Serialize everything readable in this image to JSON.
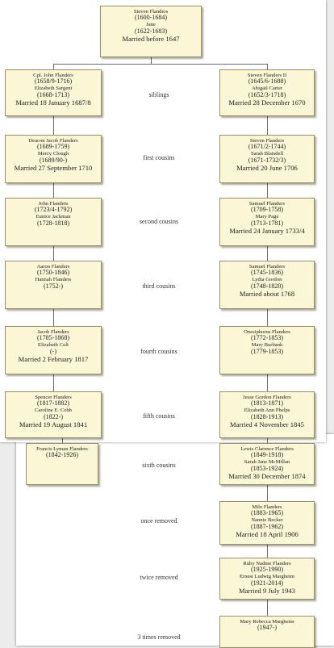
{
  "common_ancestors": {
    "name": "Steven Flanders",
    "dates": "(1600-1684)",
    "spouse": "Jane",
    "spouse_dates": "(1622-1683)",
    "marriage": "Married before 1647"
  },
  "relationships": [
    "siblings",
    "first cousins",
    "second cousins",
    "third cousins",
    "fourth cousins",
    "fifth cousins",
    "sixth cousins",
    "once removed",
    "twice removed",
    "3 times removed"
  ],
  "left_line": [
    {
      "name": "Cpl. John Flanders",
      "dates": "(1658/9-1716)",
      "spouse": "Elizabeth Sargent",
      "spouse_dates": "(1668-1713)",
      "marriage": "Married 18 January 1687/8"
    },
    {
      "name": "Deacon Jacob Flanders",
      "dates": "(1689-1759)",
      "spouse": "Mercy Clough",
      "spouse_dates": "(1689/90-)",
      "marriage": "Married 27 September 1710"
    },
    {
      "name": "John Flanders",
      "dates": "(1723/4-1792)",
      "spouse": "Eunice Jackman",
      "spouse_dates": "(1728-1818)",
      "marriage": ""
    },
    {
      "name": "Aaron Flanders",
      "dates": "(1750-1846)",
      "spouse": "Hannah Flanders",
      "spouse_dates": "(1752-)",
      "marriage": ""
    },
    {
      "name": "Jacob Flanders",
      "dates": "(1785-1868)",
      "spouse": "Elizabeth Colt",
      "spouse_dates": "(-)",
      "marriage": "Married 2 February 1817"
    },
    {
      "name": "Spencer Flanders",
      "dates": "(1817-1882)",
      "spouse": "Caroline E. Cobb",
      "spouse_dates": "(1822-)",
      "marriage": "Married 19 August 1841"
    },
    {
      "name": "Francis Lyman Flanders",
      "dates": "(1842-1926)",
      "spouse": "",
      "spouse_dates": "",
      "marriage": ""
    }
  ],
  "right_line": [
    {
      "name": "Steven Flanders II",
      "dates": "(1645/6-1688)",
      "spouse": "Abigail Carter",
      "spouse_dates": "(1652/3-1718)",
      "marriage": "Married 28 December 1670"
    },
    {
      "name": "Steven Flanders",
      "dates": "(1671/2-1744)",
      "spouse": "Sarah Blaisdell",
      "spouse_dates": "(1671-1732/3)",
      "marriage": "Married 20 June 1706"
    },
    {
      "name": "Samuel Flanders",
      "dates": "(1709-1758)",
      "spouse": "Mary Page",
      "spouse_dates": "(1713-1781)",
      "marriage": "Married 24 January 1733/4"
    },
    {
      "name": "Samuel Flanders",
      "dates": "(1745-1836)",
      "spouse": "Lydia Gordon",
      "spouse_dates": "(1748-1820)",
      "marriage": "Married about 1768"
    },
    {
      "name": "Onesiphorus Flanders",
      "dates": "(1772-1853)",
      "spouse": "Mary Burbank",
      "spouse_dates": "(1779-1853)",
      "marriage": ""
    },
    {
      "name": "Jesse Gordon Flanders",
      "dates": "(1813-1871)",
      "spouse": "Elizabeth Ann Phelps",
      "spouse_dates": "(1828-1913)",
      "marriage": "Married 4 November 1845"
    },
    {
      "name": "Lewis Clarence Flanders",
      "dates": "(1849-1918)",
      "spouse": "Sarah Jane McMillan",
      "spouse_dates": "(1853-1924)",
      "marriage": "Married 30 December 1874"
    },
    {
      "name": "Milo Flanders",
      "dates": "(1883-1965)",
      "spouse": "Nannie Becker",
      "spouse_dates": "(1887-1962)",
      "marriage": "Married 18 April 1906"
    },
    {
      "name": "Ruby Nadine Flanders",
      "dates": "(1925-1990)",
      "spouse": "Ernest Ludwig Margheim",
      "spouse_dates": "(1921-2014)",
      "marriage": "Married 9 July 1943"
    },
    {
      "name": "Mary Rebecca Margheim",
      "dates": "(1947-)",
      "spouse": "",
      "spouse_dates": "",
      "marriage": ""
    }
  ]
}
